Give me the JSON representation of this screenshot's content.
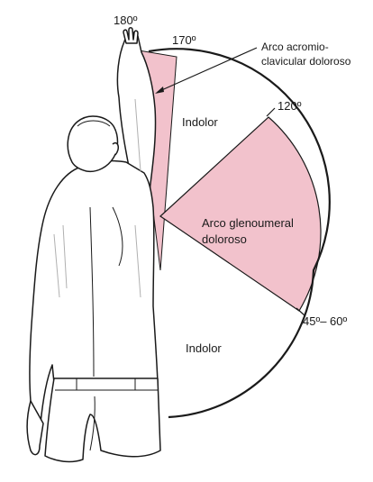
{
  "angles": {
    "a180": "180º",
    "a170": "170º",
    "a120": "120º",
    "a45_60": "45º– 60º"
  },
  "labels": {
    "acromio_line1": "Arco acromio-",
    "acromio_line2": "clavicular doloroso",
    "indolor_upper": "Indolor",
    "gleno_line1": "Arco glenoumeral",
    "gleno_line2": "doloroso",
    "indolor_lower": "Indolor"
  },
  "colors": {
    "painful_arc_fill": "#f2c2cc",
    "painless_arc_fill": "#ffffff",
    "outline": "#1a1a1a",
    "skin": "#ffffff",
    "shading": "#b0b0b0"
  }
}
